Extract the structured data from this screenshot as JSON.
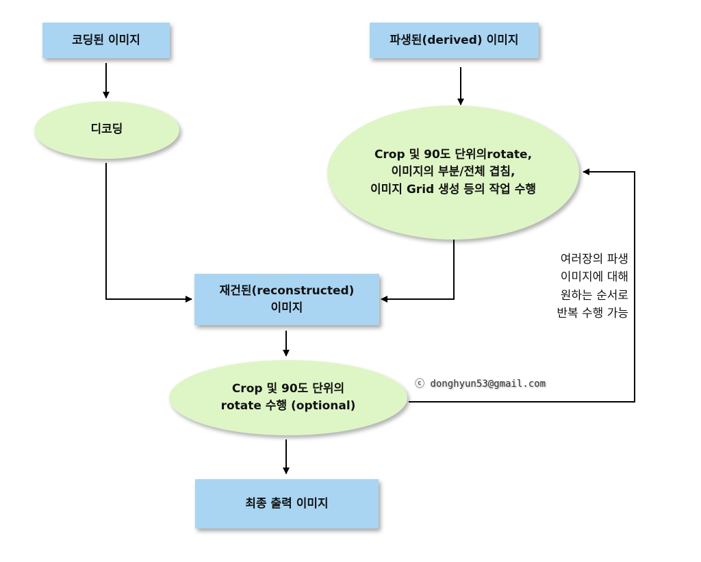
{
  "nodes": {
    "coded_image": "코딩된 이미지",
    "derived_image": "파생된(derived) 이미지",
    "decoding": "디코딩",
    "derived_ops": [
      "Crop 및 90도 단위의rotate,",
      "이미지의 부분/전체 겹침,",
      "이미지 Grid 생성 등의 작업 수행"
    ],
    "reconstructed_image": [
      "재건된(reconstructed)",
      "이미지"
    ],
    "crop_rotate": [
      "Crop 및 90도 단위의",
      "rotate 수행 (optional)"
    ],
    "final_output": "최종 출력 이미지"
  },
  "note": [
    "여러장의 파생",
    "이미지에 대해",
    "원하는 순서로",
    "반복 수행 가능"
  ],
  "copyright": "ⓒ donghyun53@gmail.com",
  "colors": {
    "box_fill": "#a9d5f3",
    "ellipse_fill": "#def6c6",
    "arrow": "#000000"
  }
}
